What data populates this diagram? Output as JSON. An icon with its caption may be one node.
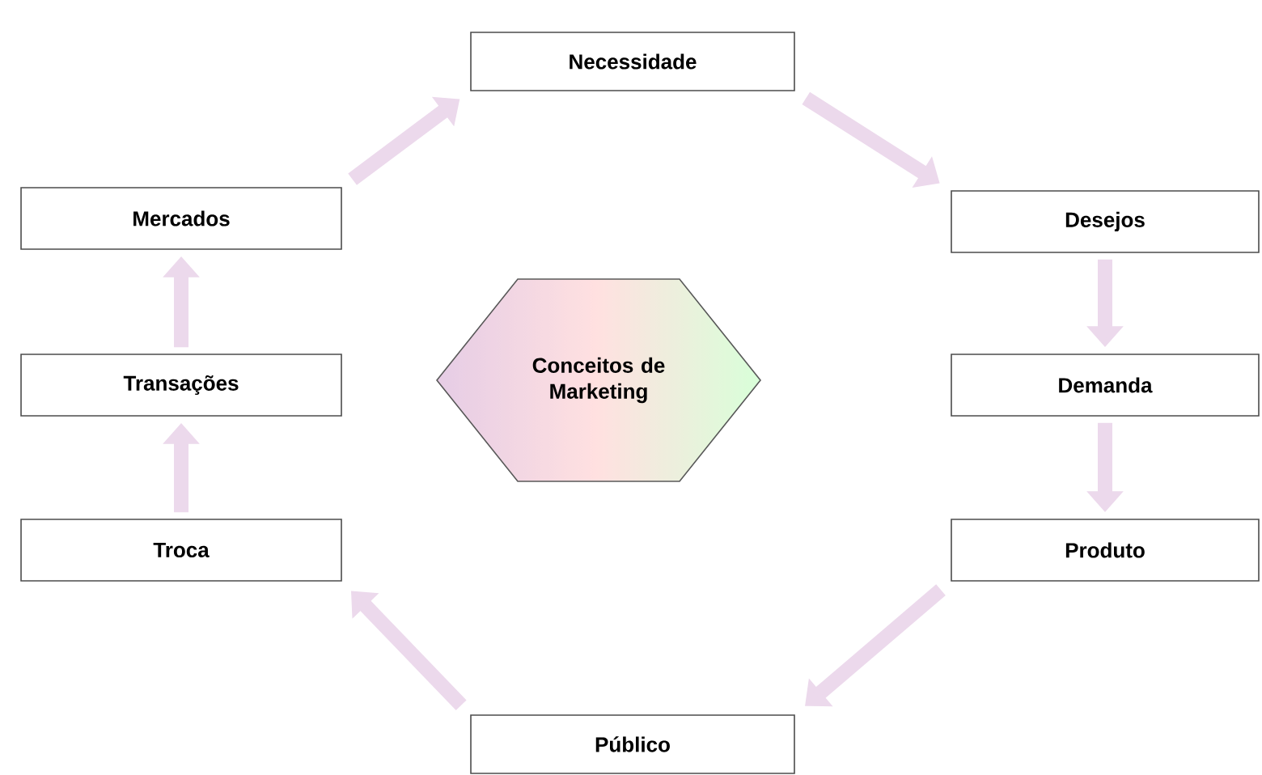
{
  "diagram": {
    "nodes": [
      {
        "text": [
          "Necessidade"
        ]
      },
      {
        "text": [
          "Mercados"
        ]
      },
      {
        "text": [
          "Desejos"
        ]
      },
      {
        "text": [
          "Conceitos de Marketing"
        ]
      },
      {
        "text": [
          "Transações"
        ]
      },
      {
        "text": [
          "Demanda"
        ]
      },
      {
        "text": [
          "Troca"
        ]
      },
      {
        "text": [
          "Produto"
        ]
      },
      {
        "text": [
          "Público"
        ]
      }
    ],
    "edges": [
      {
        "from": 0,
        "to": 2,
        "arrow": "to"
      },
      {
        "from": 2,
        "to": 5,
        "arrow": "to"
      },
      {
        "from": 5,
        "to": 7,
        "arrow": "to"
      },
      {
        "from": 7,
        "to": 8,
        "arrow": "to"
      },
      {
        "from": 8,
        "to": 6,
        "arrow": "to"
      },
      {
        "from": 6,
        "to": 4,
        "arrow": "to"
      },
      {
        "from": 4,
        "to": 1,
        "arrow": "to"
      },
      {
        "from": 1,
        "to": 0,
        "arrow": "to"
      }
    ]
  }
}
